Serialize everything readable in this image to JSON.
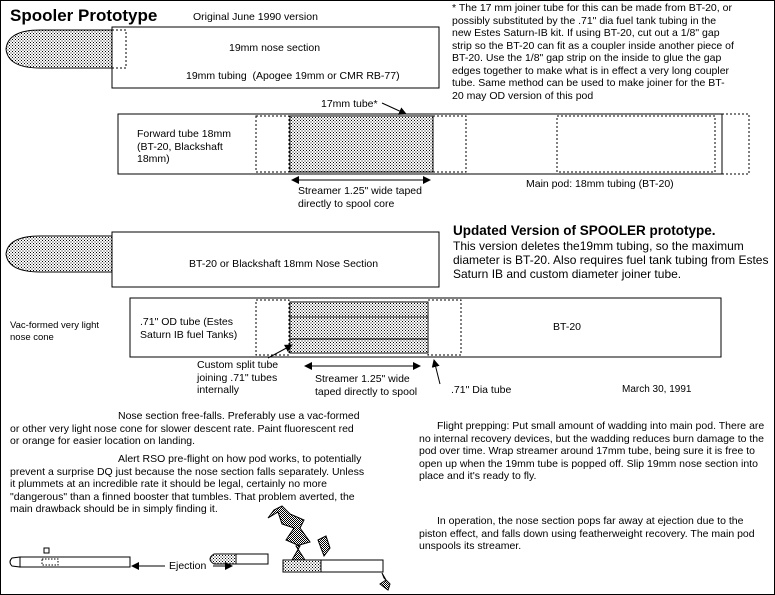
{
  "title": "Spooler Prototype",
  "original_version": "Original June 1990 version",
  "note_top": "*  The 17 mm joiner tube for this can be made from BT-20, or possibly substituted by the .71\" dia fuel tank tubing in the new Estes Saturn-IB kit. If using BT-20, cut out a 1/8\" gap strip so the BT-20 can fit as a coupler inside another piece of BT-20. Use the 1/8\" gap strip on the inside to glue the gap edges together to make what is in effect a very long coupler tube. Same method can be used to make joiner for the BT-20 may OD version of this pod",
  "top_diagram": {
    "nose_label": "19mm nose section",
    "tubing_label": "19mm tubing  (Apogee 19mm or CMR RB-77)",
    "joiner_label": "17mm tube*",
    "forward_tube_label": "Forward tube 18mm (BT-20, Blackshaft 18mm)",
    "streamer_label": "Streamer 1.25\" wide taped directly to spool core",
    "main_pod_label": "Main pod: 18mm tubing (BT-20)"
  },
  "updated": {
    "heading": "Updated Version of SPOOLER prototype.",
    "text": "This version deletes the19mm tubing, so the maximum diameter is BT-20. Also requires fuel tank tubing from Estes Saturn IB and custom diameter joiner tube."
  },
  "bottom_diagram": {
    "nose_label": "BT-20 or Blackshaft 18mm Nose Section",
    "vac_label": "Vac-formed very light nose cone",
    "od_tube_label": ".71\" OD tube (Estes Saturn IB fuel Tanks)",
    "bt20_label": "BT-20",
    "split_tube_label": "Custom split tube joining .71\" tubes internally",
    "streamer_label": "Streamer 1.25\" wide taped directly to spool",
    "dia_tube_label": ".71\" Dia tube",
    "date": "March 30, 1991"
  },
  "notes_left": {
    "p1": "Nose section free-falls. Preferably use a vac-formed or other very light nose cone for slower descent rate. Paint fluorescent red or orange for easier location on landing.",
    "p2": "Alert RSO pre-flight on how pod works, to potentially prevent a surprise DQ just because the nose section falls separately. Unless it plummets at an incredible rate it should be legal, certainly no more \"dangerous\" than a finned booster that tumbles. That problem averted,  the main drawback should be in simply finding it."
  },
  "notes_right": {
    "p1": "Flight prepping: Put small amount of wadding into main pod. There are no internal recovery devices, but the wadding reduces burn damage to the pod over time. Wrap streamer around 17mm tube, being sure it is free to open up when the 19mm tube is popped off. Slip 19mm nose section into place and it's ready to fly.",
    "p2": "In operation, the nose section pops far away at ejection due to the piston effect, and falls down using featherweight recovery. The main pod unspools its streamer."
  },
  "ejection_label": "Ejection"
}
